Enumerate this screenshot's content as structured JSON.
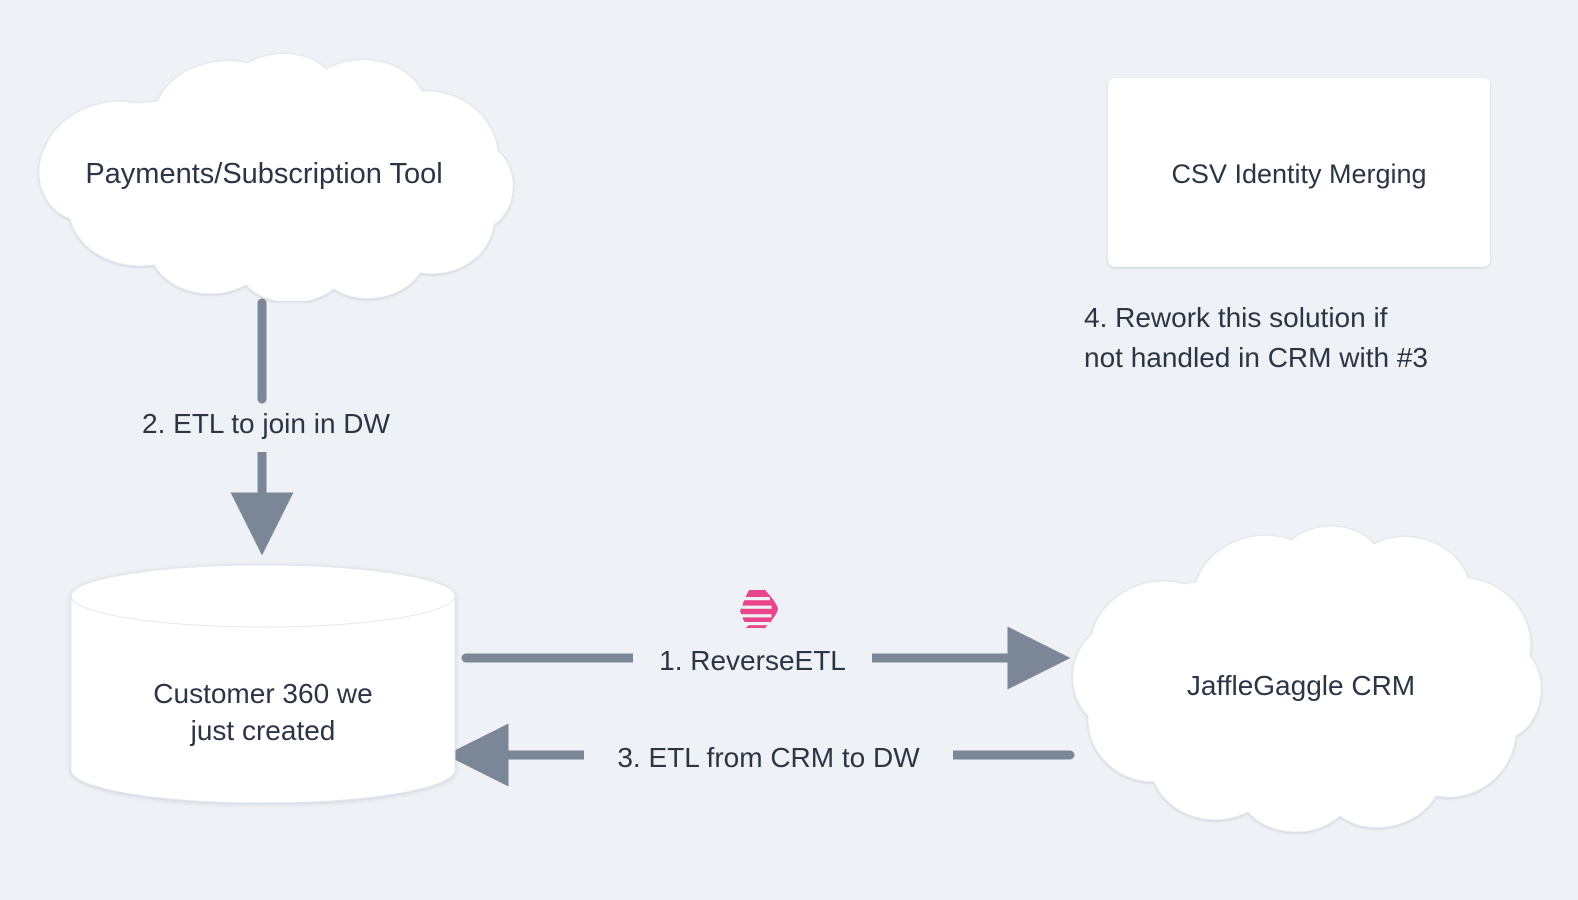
{
  "diagram": {
    "background_color": "#eef1f5",
    "text_color": "#2b3545",
    "edge_color": "#7b8796",
    "node_fill": "#ffffff",
    "accent_color": "#e8458b"
  },
  "nodes": {
    "payments_cloud": {
      "label": "Payments/Subscription Tool",
      "shape": "cloud"
    },
    "csv_box": {
      "label": "CSV Identity Merging",
      "shape": "rounded-rectangle"
    },
    "warehouse_cylinder": {
      "label": "Customer 360 we\njust created",
      "shape": "cylinder"
    },
    "crm_cloud": {
      "label": "JaffleGaggle CRM",
      "shape": "cloud"
    }
  },
  "edges": {
    "reverse_etl": {
      "label": "1. ReverseETL",
      "direction": "right",
      "from": "warehouse_cylinder",
      "to": "crm_cloud"
    },
    "etl_join_dw": {
      "label": "2. ETL to join in DW",
      "direction": "down",
      "from": "payments_cloud",
      "to": "warehouse_cylinder"
    },
    "etl_from_crm": {
      "label": "3. ETL from CRM to DW",
      "direction": "left",
      "from": "crm_cloud",
      "to": "warehouse_cylinder"
    }
  },
  "annotations": {
    "rework_note": "4. Rework this solution if\nnot handled in CRM with #3"
  },
  "icons": {
    "hightouch_logo": "hightouch-logo-icon"
  }
}
